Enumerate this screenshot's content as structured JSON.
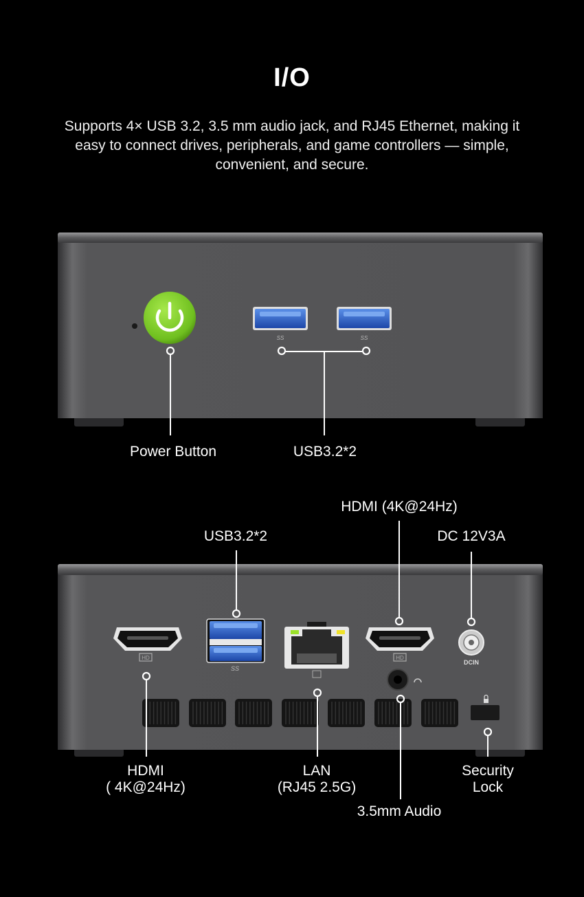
{
  "header": {
    "title": "I/O",
    "description": "Supports 4× USB 3.2, 3.5 mm audio jack, and RJ45 Ethernet, making it easy to connect drives, peripherals, and game controllers — simple, convenient, and secure."
  },
  "front": {
    "labels": {
      "power": "Power Button",
      "usb": "USB3.2*2"
    },
    "power_color": "#7ed321"
  },
  "rear": {
    "labels": {
      "hdmi_top": "HDMI (4K@24Hz)",
      "usb": "USB3.2*2",
      "dc": "DC 12V3A",
      "hdmi_bottom_1": "HDMI",
      "hdmi_bottom_2": "( 4K@24Hz)",
      "lan_1": "LAN",
      "lan_2": "(RJ45 2.5G)",
      "audio": "3.5mm Audio",
      "lock_1": "Security",
      "lock_2": "Lock"
    },
    "port_marks": {
      "hdmi": "HD",
      "dc": "DCIN",
      "usb": "SS"
    }
  }
}
